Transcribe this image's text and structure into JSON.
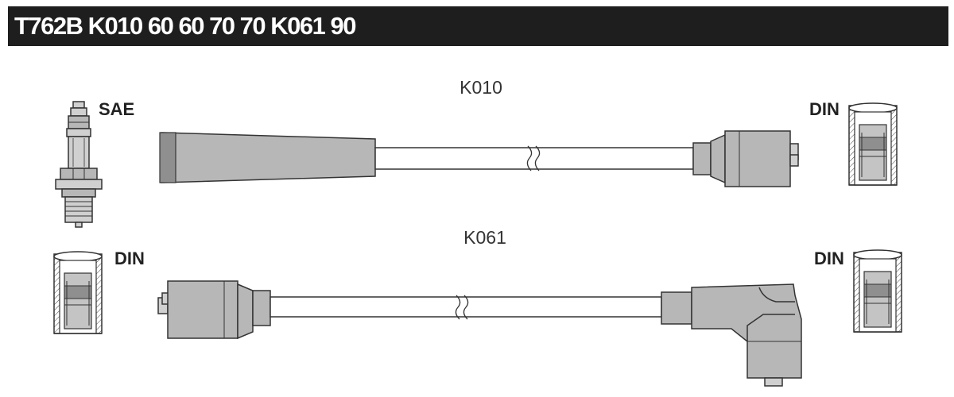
{
  "header": {
    "title": "T762B   K010  60 60 70 70   K061 90"
  },
  "labels": {
    "top_left_end": "SAE",
    "top_right_end": "DIN",
    "bottom_left_end": "DIN",
    "bottom_right_end": "DIN",
    "cable_top": "K010",
    "cable_bottom": "K061"
  }
}
